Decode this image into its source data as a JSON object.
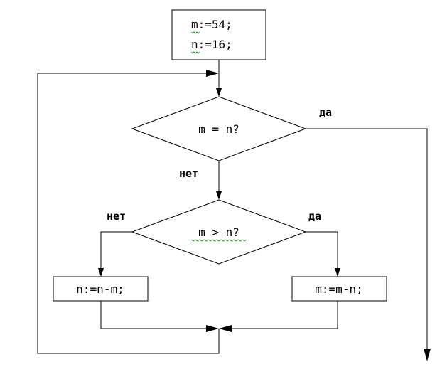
{
  "start_block": {
    "line1": "m:=54;",
    "line2": "n:=16;"
  },
  "condition_equal": {
    "text": "m = n?",
    "yes_label": "да",
    "no_label": "нет"
  },
  "condition_greater": {
    "text": "m > n?",
    "yes_label": "да",
    "no_label": "нет"
  },
  "assign_left": {
    "text": "n:=n-m;"
  },
  "assign_right": {
    "text": "m:=m-n;"
  },
  "colors": {
    "stroke": "#000000",
    "background": "#ffffff",
    "spell_underline": "#2e9b2e"
  }
}
